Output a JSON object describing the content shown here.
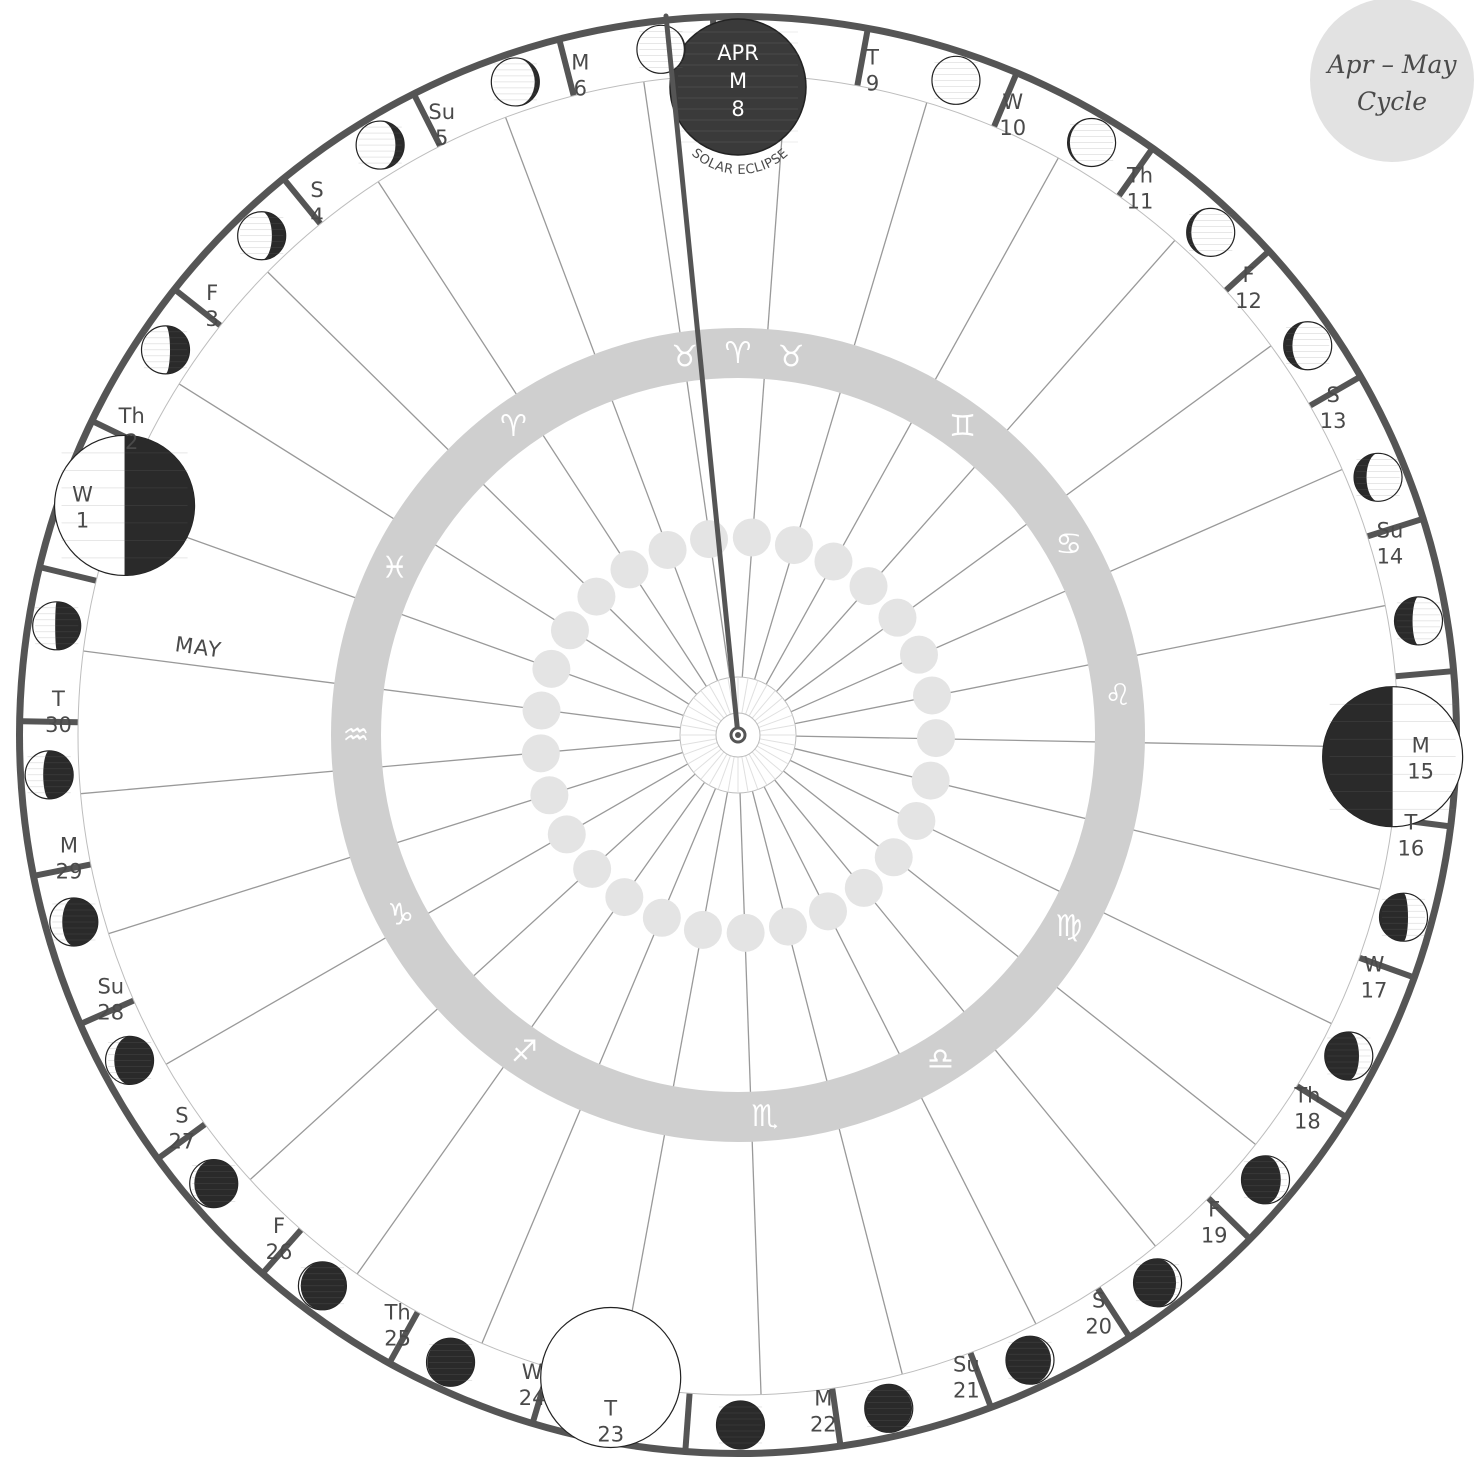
{
  "title": {
    "line1": "Apr – May",
    "line2": "Cycle"
  },
  "start_label": {
    "month": "APR",
    "weekday": "M",
    "day": "8"
  },
  "eclipse_label": "SOLAR ECLIPSE",
  "month_label": "MAY",
  "days": [
    {
      "weekday": "M",
      "day": "8",
      "phase": 0.0,
      "special": "new"
    },
    {
      "weekday": "T",
      "day": "9",
      "phase": 0.03
    },
    {
      "weekday": "W",
      "day": "10",
      "phase": 0.07
    },
    {
      "weekday": "Th",
      "day": "11",
      "phase": 0.1
    },
    {
      "weekday": "F",
      "day": "12",
      "phase": 0.14
    },
    {
      "weekday": "S",
      "day": "13",
      "phase": 0.17
    },
    {
      "weekday": "Su",
      "day": "14",
      "phase": 0.21
    },
    {
      "weekday": "M",
      "day": "15",
      "phase": 0.25,
      "special": "quarter"
    },
    {
      "weekday": "T",
      "day": "16",
      "phase": 0.28
    },
    {
      "weekday": "W",
      "day": "17",
      "phase": 0.32
    },
    {
      "weekday": "Th",
      "day": "18",
      "phase": 0.36
    },
    {
      "weekday": "F",
      "day": "19",
      "phase": 0.39
    },
    {
      "weekday": "S",
      "day": "20",
      "phase": 0.42
    },
    {
      "weekday": "Su",
      "day": "21",
      "phase": 0.46
    },
    {
      "weekday": "M",
      "day": "22",
      "phase": 0.48
    },
    {
      "weekday": "T",
      "day": "23",
      "phase": 0.5,
      "special": "full"
    },
    {
      "weekday": "W",
      "day": "24",
      "phase": 0.54
    },
    {
      "weekday": "Th",
      "day": "25",
      "phase": 0.57
    },
    {
      "weekday": "F",
      "day": "26",
      "phase": 0.6
    },
    {
      "weekday": "S",
      "day": "27",
      "phase": 0.64
    },
    {
      "weekday": "Su",
      "day": "28",
      "phase": 0.67
    },
    {
      "weekday": "M",
      "day": "29",
      "phase": 0.71
    },
    {
      "weekday": "T",
      "day": "30",
      "phase": 0.74
    },
    {
      "weekday": "W",
      "day": "1",
      "phase": 0.75,
      "special": "quarter"
    },
    {
      "weekday": "Th",
      "day": "2",
      "phase": 0.78
    },
    {
      "weekday": "F",
      "day": "3",
      "phase": 0.82
    },
    {
      "weekday": "S",
      "day": "4",
      "phase": 0.86
    },
    {
      "weekday": "Su",
      "day": "5",
      "phase": 0.9
    },
    {
      "weekday": "M",
      "day": "6",
      "phase": 0.95
    }
  ],
  "zodiac": [
    {
      "sign": "♉",
      "name": "taurus"
    },
    {
      "sign": "♈",
      "name": "aries"
    },
    {
      "sign": "♉",
      "name": "taurus"
    },
    {
      "sign": "♊",
      "name": "gemini"
    },
    {
      "sign": "♋",
      "name": "cancer"
    },
    {
      "sign": "♌",
      "name": "leo"
    },
    {
      "sign": "♍",
      "name": "virgo"
    },
    {
      "sign": "♎",
      "name": "libra"
    },
    {
      "sign": "♏",
      "name": "scorpio"
    },
    {
      "sign": "♐",
      "name": "sagittarius"
    },
    {
      "sign": "♑",
      "name": "capricorn"
    },
    {
      "sign": "♒",
      "name": "aquarius"
    },
    {
      "sign": "♓",
      "name": "pisces"
    },
    {
      "sign": "♈",
      "name": "aries"
    }
  ],
  "colors": {
    "ring": "#555555",
    "band": "#cfcfcf",
    "dots": "#e4e4e4",
    "moon_dark": "#2a2a2a",
    "lines": "#999999",
    "badge": "#e2e2e2"
  }
}
